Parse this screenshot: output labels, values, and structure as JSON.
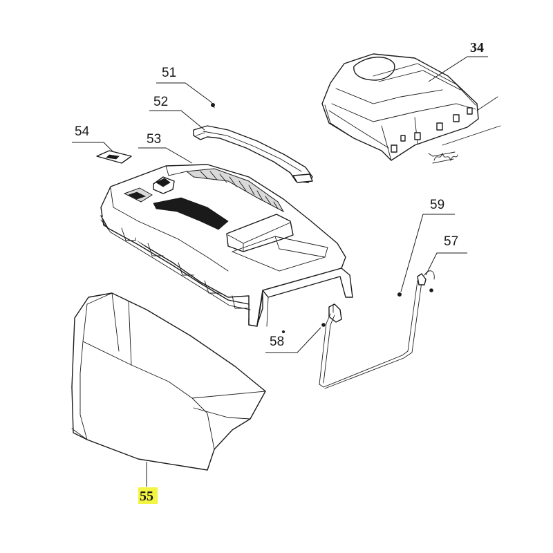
{
  "diagram": {
    "labels": [
      {
        "id": "34",
        "text": "34",
        "style": "bold"
      },
      {
        "id": "51",
        "text": "51",
        "style": "plain"
      },
      {
        "id": "52",
        "text": "52",
        "style": "plain"
      },
      {
        "id": "53",
        "text": "53",
        "style": "plain"
      },
      {
        "id": "54",
        "text": "54",
        "style": "plain"
      },
      {
        "id": "55",
        "text": "55",
        "style": "bold",
        "highlight": "#f2f542"
      },
      {
        "id": "57",
        "text": "57",
        "style": "plain"
      },
      {
        "id": "58",
        "text": "58",
        "style": "plain"
      },
      {
        "id": "59",
        "text": "59",
        "style": "plain"
      }
    ]
  }
}
